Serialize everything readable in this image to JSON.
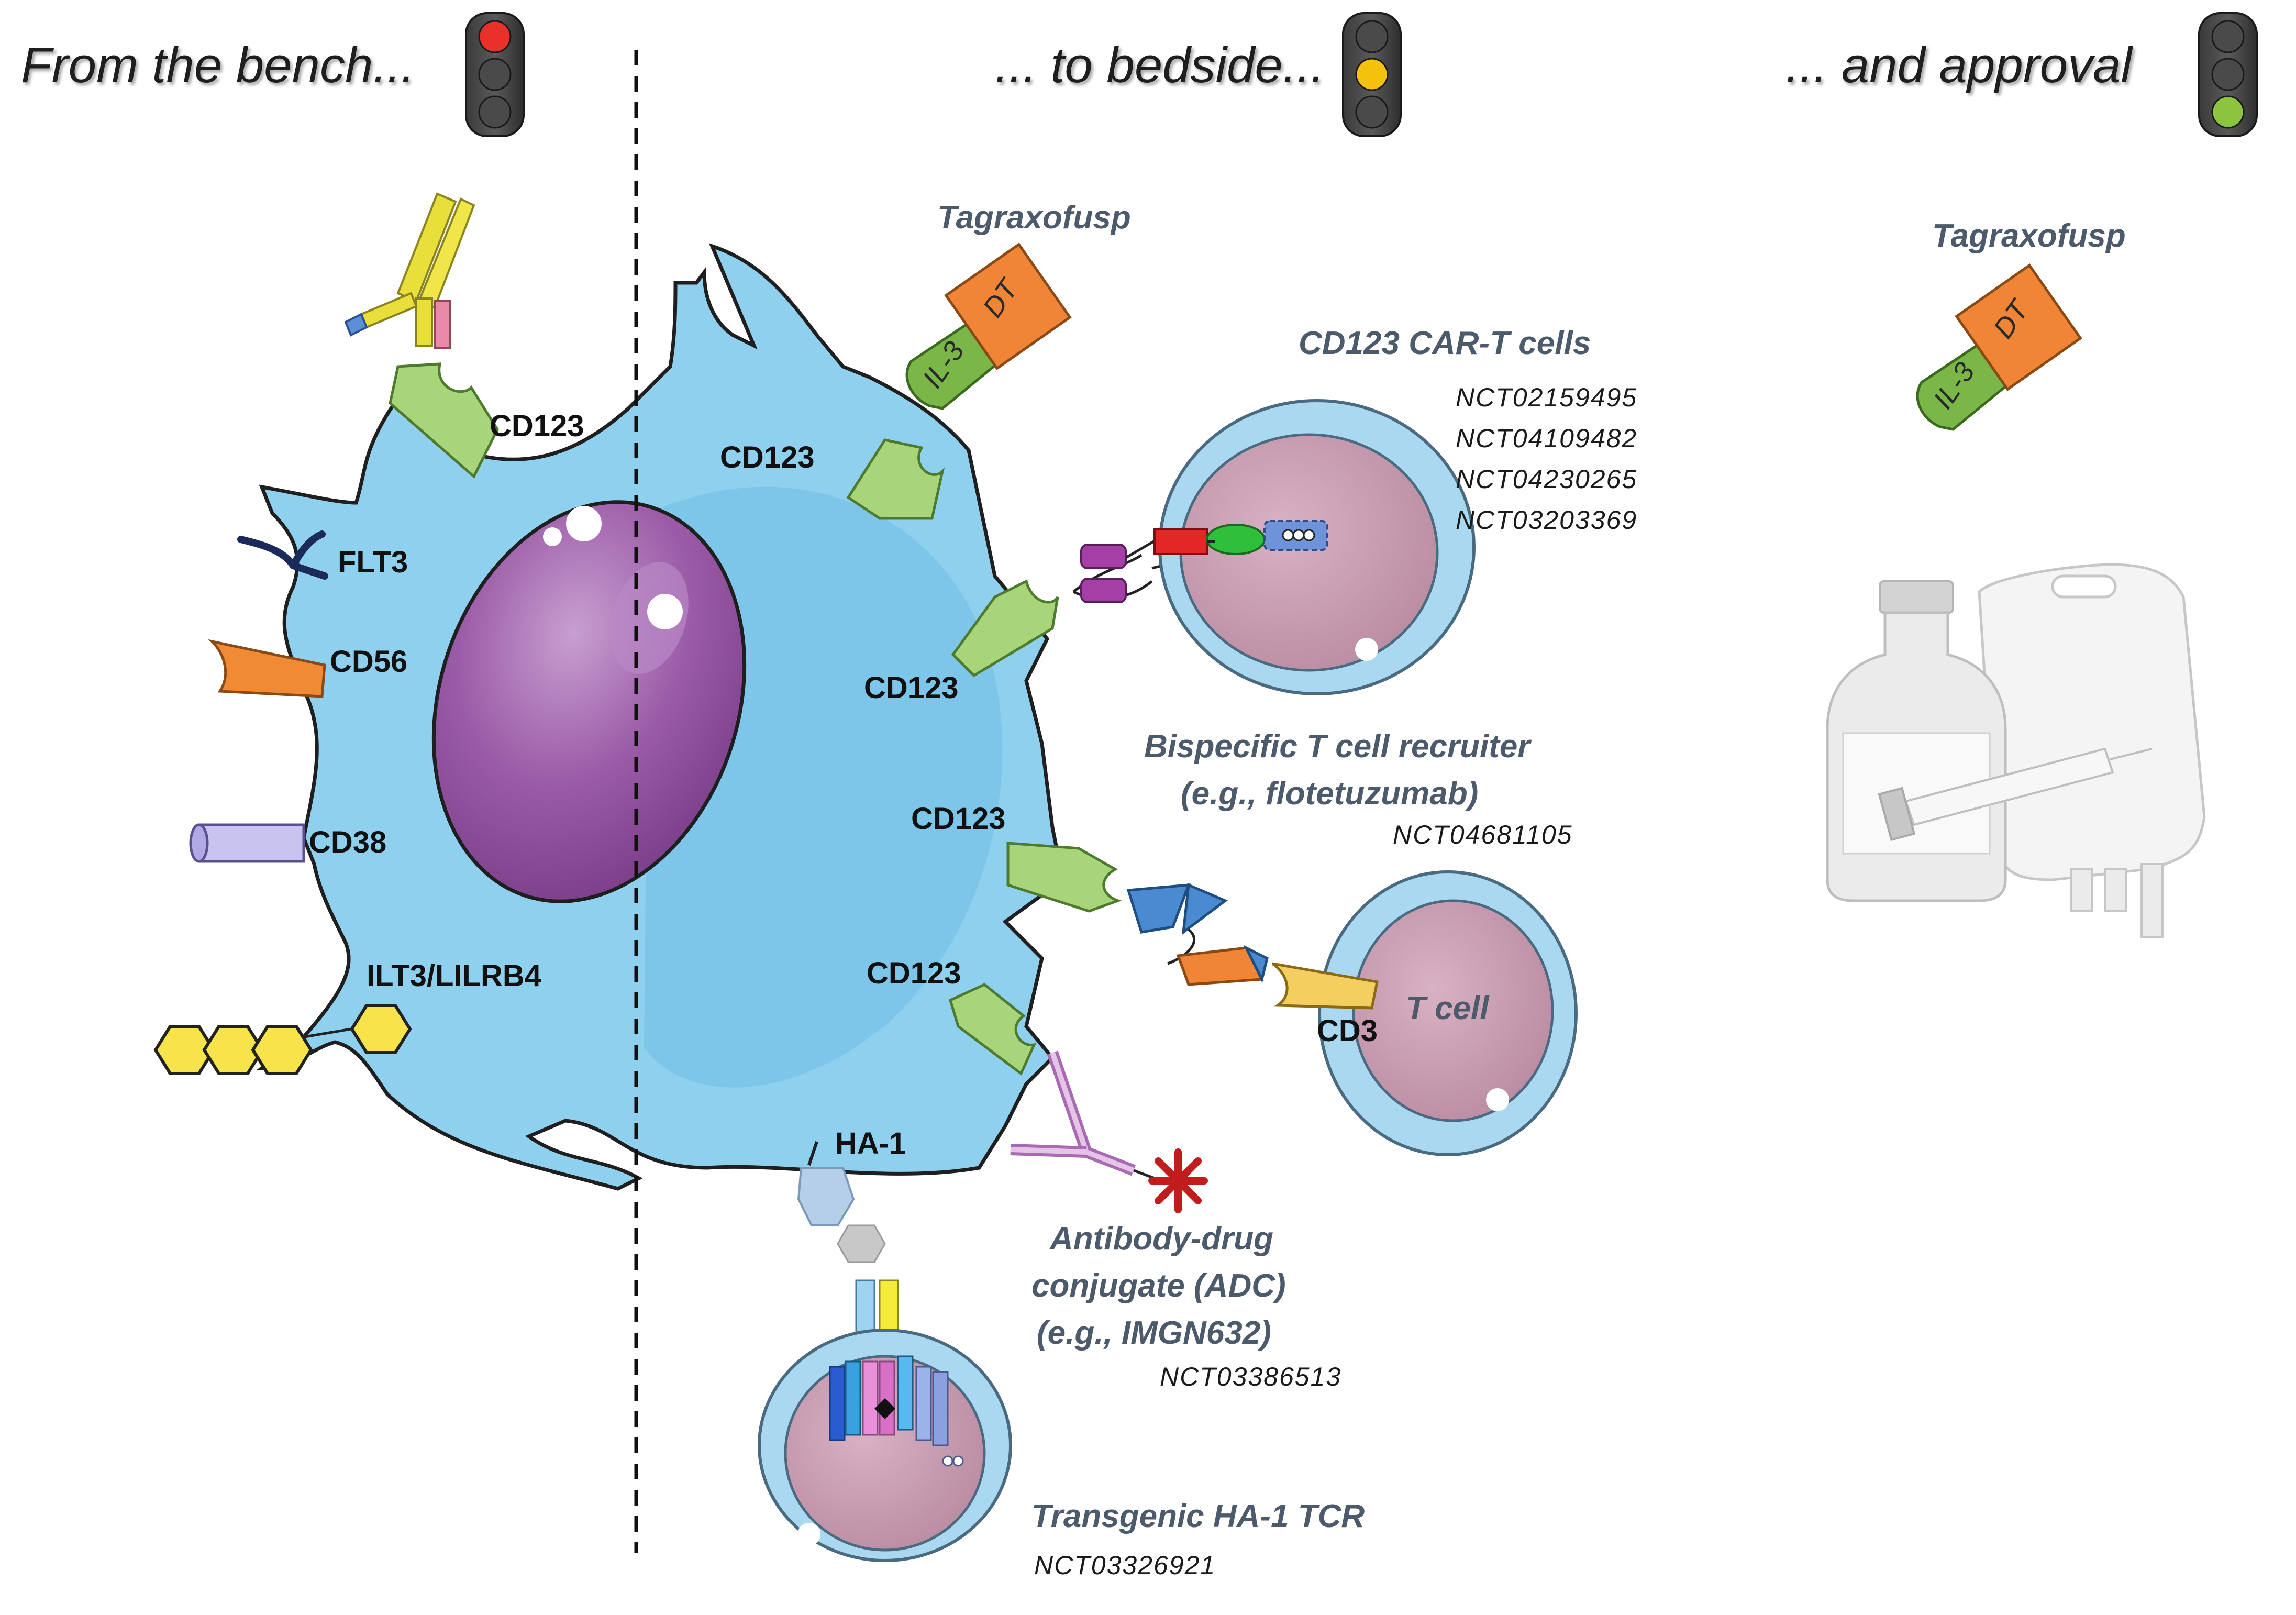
{
  "headers": {
    "bench": "From the bench...",
    "bedside": "... to bedside...",
    "approval": "... and approval"
  },
  "traffic_lights": {
    "bench": "red",
    "bedside": "yellow",
    "approval": "green"
  },
  "markers": {
    "cd123": "CD123",
    "flt3": "FLT3",
    "cd56": "CD56",
    "cd38": "CD38",
    "ilt3": "ILT3/LILRB4",
    "ha1": "HA-1",
    "cd3": "CD3"
  },
  "toxin": {
    "il3": "IL-3",
    "dt": "DT"
  },
  "therapies": {
    "tagraxofusp_trial": "Tagraxofusp",
    "tagraxofusp_approved": "Tagraxofusp",
    "cart_title": "CD123  CAR-T cells",
    "cart_ncts": [
      "NCT02159495",
      "NCT04109482",
      "NCT04230265",
      "NCT03203369"
    ],
    "bispecific_line1": "Bispecific T cell recruiter",
    "bispecific_line2": "(e.g., flotetuzumab)",
    "bispecific_nct": "NCT04681105",
    "tcell": "T cell",
    "adc_line1": "Antibody-drug",
    "adc_line2": "conjugate (ADC)",
    "adc_line3": "(e.g., IMGN632)",
    "adc_nct": "NCT03386513",
    "tcr_title": "Transgenic  HA-1 TCR",
    "tcr_nct": "NCT03326921"
  },
  "colors": {
    "cell_blue": "#8fd0ef",
    "nucleus_purple": "#9a5aa6",
    "receptor_green": "#a8d47a",
    "tcell_pink": "#c79aae",
    "tcell_ring": "#a9d8f0",
    "toxin_orange": "#ef8535",
    "il3_green": "#7ab648",
    "light_red": "#e8312a",
    "light_yellow": "#f4c20d",
    "light_green": "#8bc53f"
  }
}
